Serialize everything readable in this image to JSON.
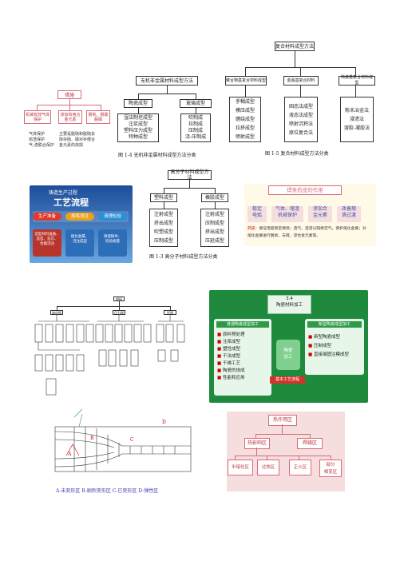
{
  "fig_welding": {
    "top": "措施",
    "mid": [
      "机械有效气体保护",
      "渗加有用合金元素",
      "脱氧、脱硫脱磷"
    ],
    "notes": [
      "气体保护\n熔渣保护\n气-渣联合保护",
      "主要是脱硫和脱硫去\n除杂硫、磷对补偿合\n金元素的烧损"
    ]
  },
  "fig14": {
    "title": "无机非金属材料成型方法",
    "branches": [
      "陶瓷成型",
      "玻璃成型"
    ],
    "left_items": [
      "湿法制坯成型\n注浆成型\n塑料压力成型\n特种成型"
    ],
    "right_items": [
      "吹制成\n拉制成\n压制成\n浇-压制成"
    ],
    "caption": "图 1-4  无机非金属材料成型方法分类"
  },
  "fig15": {
    "title": "复合材料成型方法",
    "branches": [
      "聚合物基复合材料成型",
      "金属基复合材料",
      "陶瓷基复合材料成型"
    ],
    "items": [
      "手糊成型\n模压成型\n缠绕成型\n拉挤成型\n喷射成型",
      "固态法成型\n液态法成型\n喷射沉积法\n原位复合法",
      "粉末冶金法\n浸渍法\n溶胶-凝胶法"
    ],
    "caption": "图 1-5  复合材料成型方法分类"
  },
  "fig13": {
    "title": "高分子材料成型方法",
    "branches": [
      "塑料成型",
      "橡胶成型"
    ],
    "left_items": "注射成型\n挤出成型\n吹塑成型\n压制成型",
    "right_items": "注射成型\n压制成型\n挤出成型\n压延成型",
    "caption": "图 1-3  高分子材料成型方法分类"
  },
  "craft": {
    "banner": "铸造生产过程",
    "title": "工艺流程",
    "flow": [
      "生产准备",
      "熔炼浇注",
      "清理检验"
    ],
    "subs": [
      "造型材料准备、\n造型、造芯、\n合箱浇注",
      "熔化金属、\n浇注成型",
      "清理铸件、\n检验质量"
    ]
  },
  "coating": {
    "title": "焊条药皮的作用",
    "cells": [
      "稳定\n电弧",
      "气体、熔渣\n机械保护",
      "渗加合\n金元素",
      "改善熔\n滴过渡"
    ],
    "body_label": "药皮：",
    "body": "保证电弧稳定燃烧；造气、造渣以隔绝空气，保护熔化金属；对熔化金属进行脱氧、去硫、渗合金元素等。"
  },
  "tree": {
    "root": "焊接",
    "branches": [
      "熔化焊",
      "压力焊",
      "钎焊"
    ]
  },
  "ceramic": {
    "title": "3.4\n陶瓷材料加工",
    "left_header": "普通陶瓷成型加工",
    "left_items": [
      "原料预处理",
      "注浆成型",
      "塑性成型",
      "干法成型",
      "干燥工艺",
      "陶瓷的烧成",
      "性能和应用"
    ],
    "center": "陶瓷\n加工",
    "right_header": "新型陶瓷成型加工",
    "right_items": [
      "新型陶瓷成型",
      "压制成型",
      "直接凝固注模成型"
    ],
    "bottom_label": "基本工艺流程"
  },
  "deform": {
    "labels": [
      "A",
      "B",
      "C",
      "D"
    ],
    "caption": "A-未变形区  B-剧烈变形区  C-已变形区  D-弹性区"
  },
  "haz": {
    "top": "热作用区",
    "mid": [
      "热影响区",
      "焊缝区"
    ],
    "bottom": [
      "半熔化区",
      "过热区",
      "正火区",
      "部分\n相变区"
    ]
  },
  "colors": {
    "pink": "#d86a7c",
    "blue_dark": "#1e4d9a",
    "blue_light": "#69a7df",
    "green": "#2e9a48",
    "green_light": "#eaf8ec",
    "rose_fill": "#f6dede",
    "ivory": "#fff9e8"
  }
}
